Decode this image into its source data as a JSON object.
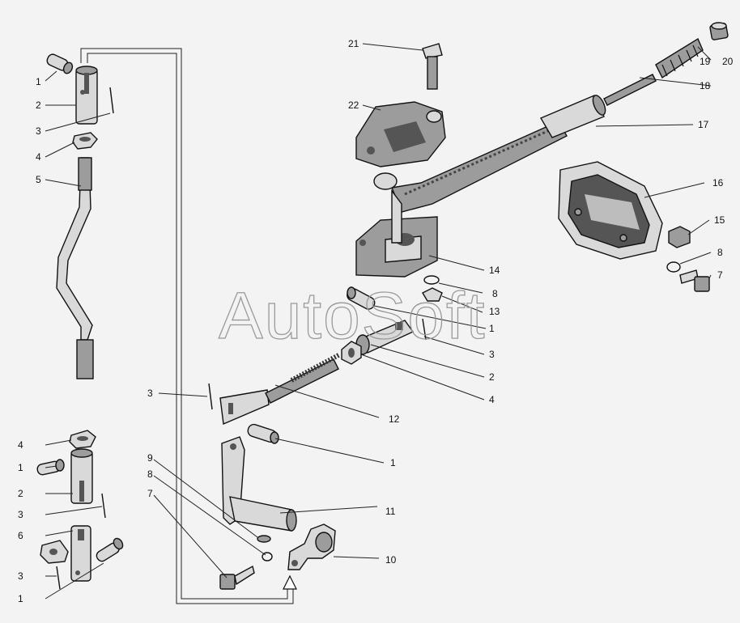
{
  "watermark": "AutoSoft",
  "labels": {
    "l1a": "1",
    "l2a": "2",
    "l3a": "3",
    "l4a": "4",
    "l5a": "5",
    "l4b": "4",
    "l1b": "1",
    "l2b": "2",
    "l3b": "3",
    "l6": "6",
    "l3c": "3",
    "l1c": "1",
    "l3d": "3",
    "l9": "9",
    "l8a": "8",
    "l7a": "7",
    "l21": "21",
    "l22": "22",
    "l20": "20",
    "l19": "19",
    "l18": "18",
    "l17": "17",
    "l16": "16",
    "l15": "15",
    "l8b": "8",
    "l7b": "7",
    "l14": "14",
    "l8c": "8",
    "l13": "13",
    "l1d": "1",
    "l3e": "3",
    "l2c": "2",
    "l4c": "4",
    "l12": "12",
    "l1e": "1",
    "l11": "11",
    "l10": "10"
  }
}
